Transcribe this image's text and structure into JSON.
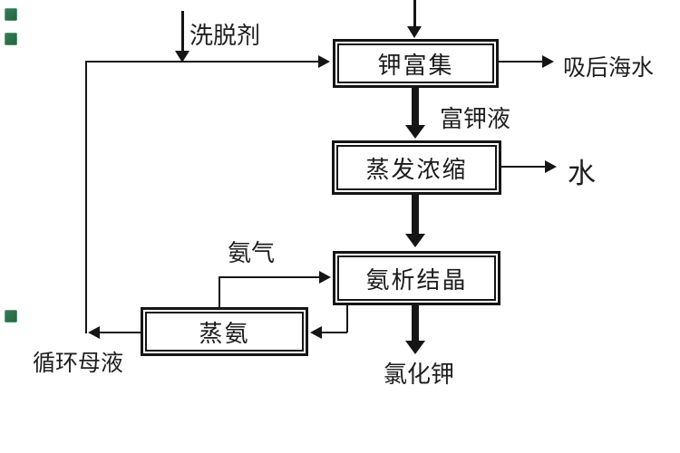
{
  "diagram": {
    "title_hint": "potassium-extraction-flowchart",
    "boxes": {
      "potassium_enrichment": "钾富集",
      "evaporation_concentration": "蒸发浓缩",
      "ammonia_crystallization": "氨析结晶",
      "ammonia_distillation": "蒸氨"
    },
    "stream_labels": {
      "eluent": "洗脱剂",
      "absorbed_seawater": "吸后海水",
      "potassium_rich_liquid": "富钾液",
      "water": "水",
      "ammonia_gas": "氨气",
      "circulating_mother_liquor": "循环母液",
      "potassium_chloride": "氯化钾"
    },
    "colors": {
      "line": "#151515",
      "text": "#1f1f1f",
      "background": "#ffffff",
      "badge_green": "#2c7a4e"
    }
  }
}
